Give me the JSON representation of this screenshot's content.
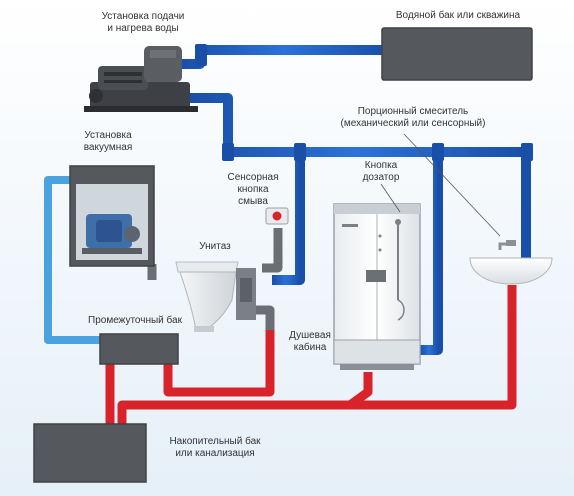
{
  "labels": {
    "heating_unit": [
      "Установка подачи",
      "и нагрева воды"
    ],
    "water_tank": "Водяной бак или скважина",
    "portion_mixer": [
      "Порционный смеситель",
      "(механический или сенсорный)"
    ],
    "vacuum_unit": [
      "Установка",
      "вакуумная"
    ],
    "dispenser_button": [
      "Кнопка",
      "дозатор"
    ],
    "flush_sensor": [
      "Сенсорная",
      "кнопка",
      "смыва"
    ],
    "toilet": "Унитаз",
    "intermediate_tank": "Промежуточный бак",
    "shower_cabin": [
      "Душевая",
      "кабина"
    ],
    "storage_tank": [
      "Накопительный бак",
      "или канализация"
    ]
  },
  "colors": {
    "clean_water_pipe": "#1f5fc4",
    "waste_pipe": "#d8232a",
    "vacuum_pipe": "#4aa3df",
    "grey_pipe": "#6b6e72",
    "tank_fill": "#55585c",
    "flush_button": "#d8232a"
  }
}
